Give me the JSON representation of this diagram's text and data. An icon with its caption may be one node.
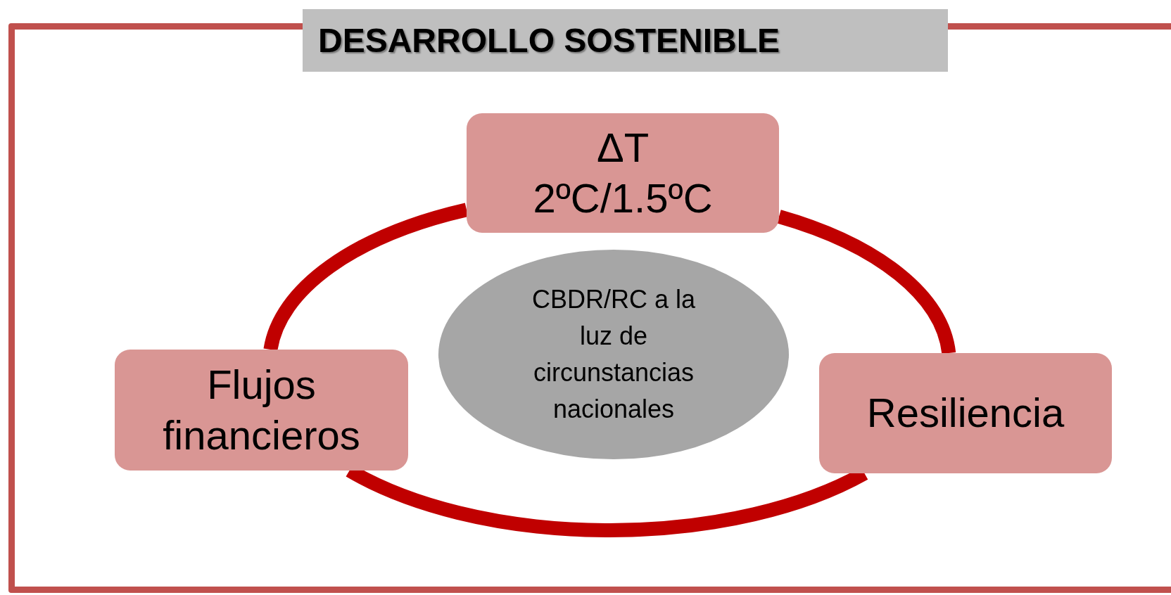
{
  "diagram": {
    "title": "DESARROLLO SOSTENIBLE",
    "nodes": [
      {
        "text": [
          "ΔT",
          "2ºC/1.5ºC"
        ]
      },
      {
        "text": [
          "Flujos financieros"
        ]
      },
      {
        "text": [
          "CBDR/RC a la luz de circunstancias nacionales"
        ]
      },
      {
        "text": [
          "Resiliencia"
        ]
      }
    ],
    "edges": [
      {
        "from": 0,
        "to": 1,
        "arrow": "none"
      },
      {
        "from": 1,
        "to": 3,
        "arrow": "none"
      },
      {
        "from": 3,
        "to": 0,
        "arrow": "none"
      }
    ]
  }
}
